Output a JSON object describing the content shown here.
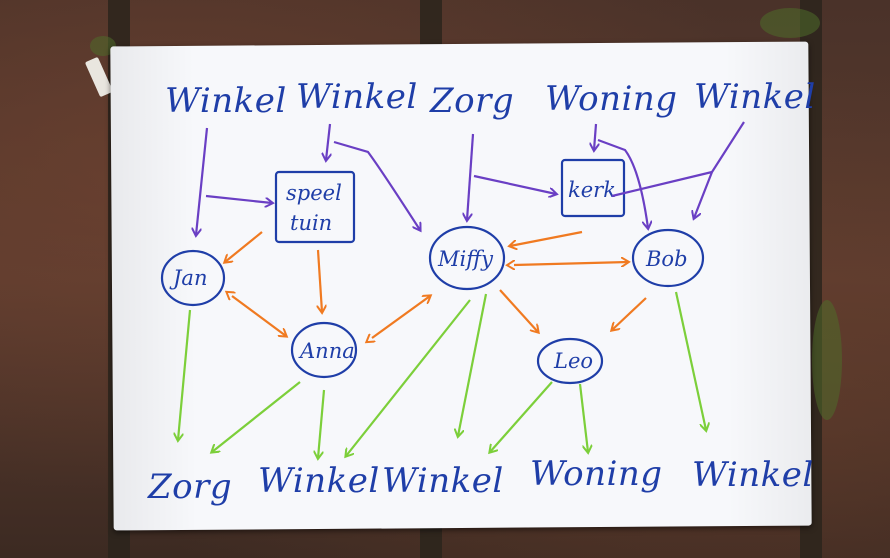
{
  "scene": {
    "description_colors": {
      "ink_blue": "#1f3ea8",
      "arrow_purple": "#6a3fc4",
      "arrow_orange": "#f07a21",
      "arrow_green": "#7ccf3a",
      "paper": "#f7f8fb",
      "brick": "#5b3b2e"
    }
  },
  "top_labels": [
    "Winkel",
    "Winkel",
    "Zorg",
    "Woning",
    "Winkel"
  ],
  "bottom_labels": [
    "Zorg",
    "Winkel",
    "Winkel",
    "Woning",
    "Winkel"
  ],
  "nodes": {
    "speeltuin_line1": "speel",
    "speeltuin_line2": "tuin",
    "kerk": "kerk",
    "jan": "Jan",
    "anna": "Anna",
    "miffy": "Miffy",
    "bob": "Bob",
    "leo": "Leo"
  }
}
